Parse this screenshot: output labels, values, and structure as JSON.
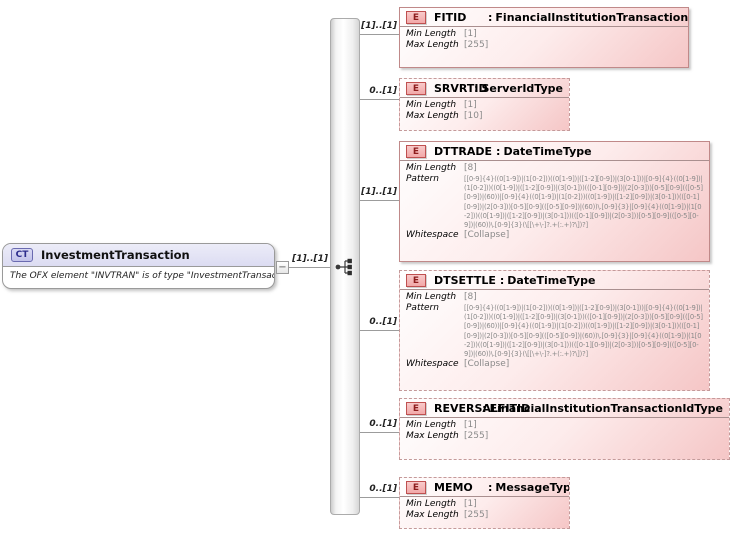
{
  "labels": {
    "type_separator": ":",
    "collapse_glyph": "−"
  },
  "colors": {
    "element_border": "#c08989",
    "element_fill": "#f5c6c6",
    "badge_element_border": "#bf5050",
    "badge_complextype_border": "#6a6ab0",
    "connector": "#9c9c9c"
  },
  "root": {
    "badge": "CT",
    "title": "InvestmentTransaction",
    "annotation": "The OFX element \"INVTRAN\" is of type \"InvestmentTransaction\"",
    "cardinality": "[1]..[1]"
  },
  "elements": [
    {
      "badge": "E",
      "name": "FITID",
      "type": "FinancialInstitutionTransactionIdType",
      "cardinality": "[1]..[1]",
      "optional": false,
      "facets": [
        {
          "label": "Min Length",
          "value": "[1]"
        },
        {
          "label": "Max Length",
          "value": "[255]"
        }
      ]
    },
    {
      "badge": "E",
      "name": "SRVRTID",
      "type": "ServerIdType",
      "cardinality": "0..[1]",
      "optional": true,
      "facets": [
        {
          "label": "Min Length",
          "value": "[1]"
        },
        {
          "label": "Max Length",
          "value": "[10]"
        }
      ]
    },
    {
      "badge": "E",
      "name": "DTTRADE",
      "type": "DateTimeType",
      "cardinality": "[1]..[1]",
      "optional": false,
      "facets": [
        {
          "label": "Min Length",
          "value": "[8]"
        },
        {
          "label": "Pattern",
          "value": "[[0-9]{4}((0[1-9])|(1[0-2]))((0[1-9])|([1-2][0-9])|(3[0-1]))|[0-9]{4}((0[1-9])|(1[0-2]))((0[1-9])|([1-2][0-9])|(3[0-1]))(([0-1][0-9])|(2[0-3]))[0-5][0-9](([0-5][0-9])|(60))|[0-9]{4}((0[1-9])|(1[0-2]))((0[1-9])|([1-2][0-9])|(3[0-1]))(([0-1][0-9])|(2[0-3]))[0-5][0-9](([0-5][0-9])|(60))\\.[0-9]{3}|[0-9]{4}((0[1-9])|(1[0-2]))((0[1-9])|([1-2][0-9])|(3[0-1]))(([0-1][0-9])|(2[0-3]))[0-5][0-9](([0-5][0-9])|(60))\\.[0-9]{3}(\\[[\\+\\-]?.+(:.+)?\\])?]"
        },
        {
          "label": "Whitespace",
          "value": "[Collapse]"
        }
      ]
    },
    {
      "badge": "E",
      "name": "DTSETTLE",
      "type": "DateTimeType",
      "cardinality": "0..[1]",
      "optional": true,
      "facets": [
        {
          "label": "Min Length",
          "value": "[8]"
        },
        {
          "label": "Pattern",
          "value": "[[0-9]{4}((0[1-9])|(1[0-2]))((0[1-9])|([1-2][0-9])|(3[0-1]))|[0-9]{4}((0[1-9])|(1[0-2]))((0[1-9])|([1-2][0-9])|(3[0-1]))(([0-1][0-9])|(2[0-3]))[0-5][0-9](([0-5][0-9])|(60))|[0-9]{4}((0[1-9])|(1[0-2]))((0[1-9])|([1-2][0-9])|(3[0-1]))(([0-1][0-9])|(2[0-3]))[0-5][0-9](([0-5][0-9])|(60))\\.[0-9]{3}|[0-9]{4}((0[1-9])|(1[0-2]))((0[1-9])|([1-2][0-9])|(3[0-1]))(([0-1][0-9])|(2[0-3]))[0-5][0-9](([0-5][0-9])|(60))\\.[0-9]{3}(\\[[\\+\\-]?.+(:.+)?\\])?]"
        },
        {
          "label": "Whitespace",
          "value": "[Collapse]"
        }
      ]
    },
    {
      "badge": "E",
      "name": "REVERSALFITID",
      "type": "FinancialInstitutionTransactionIdType",
      "cardinality": "0..[1]",
      "optional": true,
      "facets": [
        {
          "label": "Min Length",
          "value": "[1]"
        },
        {
          "label": "Max Length",
          "value": "[255]"
        }
      ]
    },
    {
      "badge": "E",
      "name": "MEMO",
      "type": "MessageType",
      "cardinality": "0..[1]",
      "optional": true,
      "facets": [
        {
          "label": "Min Length",
          "value": "[1]"
        },
        {
          "label": "Max Length",
          "value": "[255]"
        }
      ]
    }
  ]
}
